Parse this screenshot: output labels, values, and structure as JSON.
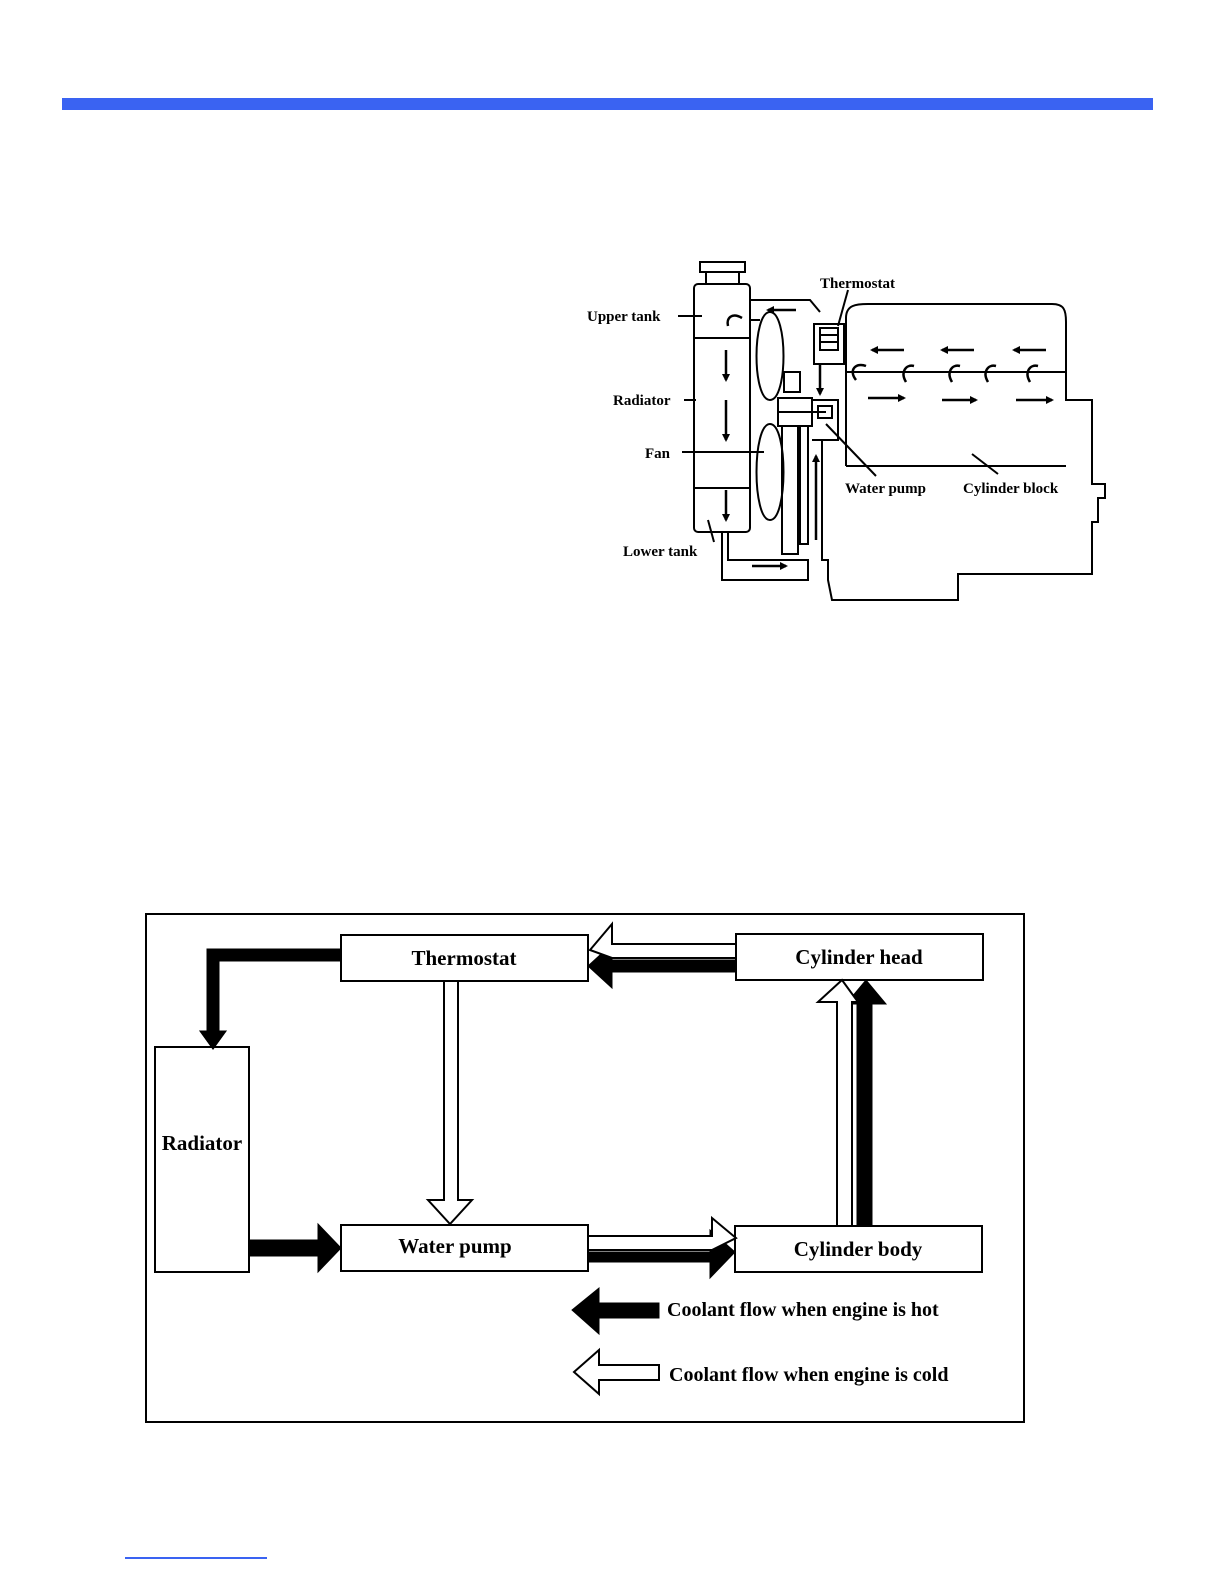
{
  "colors": {
    "accent": "#3a63f2",
    "ink": "#000000",
    "paper": "#ffffff"
  },
  "engine_diagram": {
    "labels": {
      "thermostat": "Thermostat",
      "upper_tank": "Upper tank",
      "radiator": "Radiator",
      "fan": "Fan",
      "water_pump": "Water pump",
      "cylinder_block": "Cylinder block",
      "lower_tank": "Lower tank"
    }
  },
  "flow_diagram": {
    "boxes": {
      "thermostat": "Thermostat",
      "cylinder_head": "Cylinder head",
      "radiator": "Radiator",
      "water_pump": "Water pump",
      "cylinder_body": "Cylinder body"
    },
    "legend": {
      "hot": "Coolant flow when engine is hot",
      "cold": "Coolant flow when engine is cold"
    }
  }
}
